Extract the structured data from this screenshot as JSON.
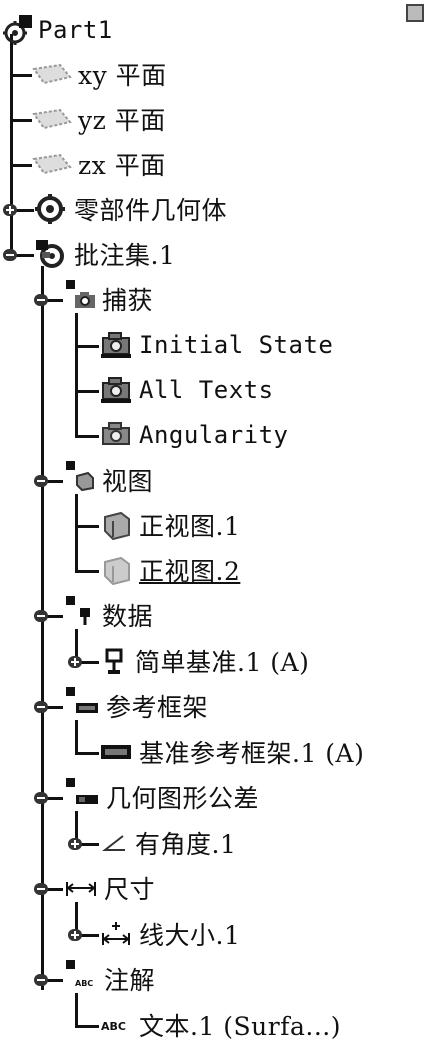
{
  "tree": {
    "root": "Part1",
    "planes": [
      "xy 平面",
      "yz 平面",
      "zx 平面"
    ],
    "body": "零部件几何体",
    "annotation_set": "批注集.1",
    "captures": {
      "label": "捕获",
      "items": [
        "Initial State",
        "All Texts",
        "Angularity"
      ]
    },
    "views": {
      "label": "视图",
      "items": [
        "正视图.1",
        "正视图.2"
      ]
    },
    "datums": {
      "label": "数据",
      "items": [
        "简单基准.1 (A)"
      ]
    },
    "frames": {
      "label": "参考框架",
      "items": [
        "基准参考框架.1 (A)"
      ]
    },
    "gdt": {
      "label": "几何图形公差",
      "items": [
        "有角度.1"
      ]
    },
    "dimensions": {
      "label": "尺寸",
      "items": [
        "线大小.1"
      ]
    },
    "notes": {
      "label": "注解",
      "items": [
        "文本.1 (Surfa...)"
      ]
    }
  }
}
